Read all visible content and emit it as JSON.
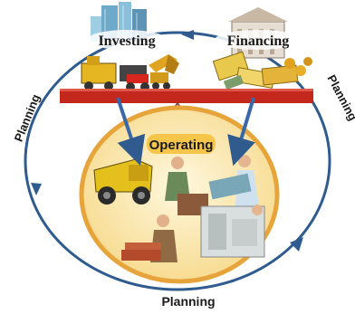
{
  "labels": {
    "investing": "Investing",
    "financing": "Financing",
    "operating": "Operating",
    "planning_left": "Planning",
    "planning_right": "Planning",
    "planning_bottom": "Planning"
  },
  "colors": {
    "cycle": "#2f5b8f",
    "arrow": "#3a67a8",
    "plank": "#c4281c",
    "fulcrum": "#f7c8c2",
    "operating_fill": "#fbe7b0",
    "operating_ring": "#e7a43a",
    "operating_label_bg": "#f6c64a",
    "text": "#1a1a1a"
  },
  "icons": [
    "buildings-icon",
    "bank-icon",
    "construction-vehicles-icon",
    "money-documents-icon",
    "dump-truck-icon",
    "factory-workers-icon"
  ]
}
